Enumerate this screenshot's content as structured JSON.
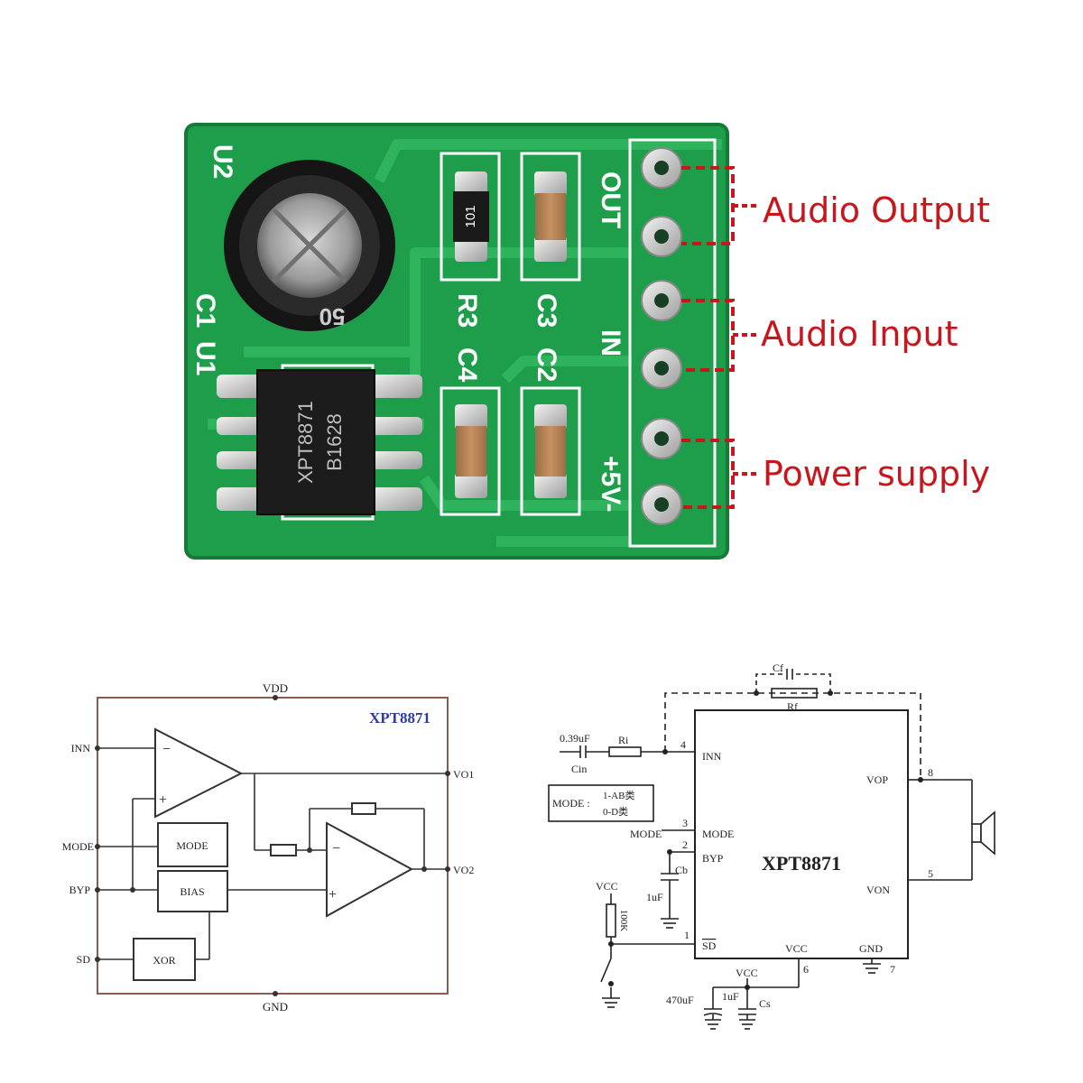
{
  "pcb": {
    "silkscreen": {
      "u2": "U2",
      "c1": "C1",
      "u1": "U1",
      "r3": "R3",
      "c3": "C3",
      "c4": "C4",
      "c2": "C2",
      "out": "OUT",
      "in": "IN",
      "power": "+5V-"
    },
    "chip_marking_1": "XPT8871",
    "chip_marking_2": "B1628",
    "resistor_code": "101",
    "cap_marking": "50",
    "colors": {
      "board": "#1e9e4a",
      "board_edge": "#167a39",
      "trace": "#2fb35d",
      "callout": "#c8161d"
    }
  },
  "callouts": [
    {
      "label": "Audio Output"
    },
    {
      "label": "Audio Input"
    },
    {
      "label": "Power supply"
    }
  ],
  "block_diagram": {
    "title": "XPT8871",
    "vdd": "VDD",
    "gnd": "GND",
    "inn": "INN",
    "mode_pin": "MODE",
    "byp": "BYP",
    "sd": "SD",
    "vo1": "VO1",
    "vo2": "VO2",
    "mode_block": "MODE",
    "bias_block": "BIAS",
    "xor_block": "XOR",
    "minus": "−",
    "plus": "+"
  },
  "app_circuit": {
    "chip": "XPT8871",
    "pin_inn": "INN",
    "pin_mode": "MODE",
    "pin_byp": "BYP",
    "pin_sd": "SD",
    "pin_vop": "VOP",
    "pin_von": "VON",
    "pin_vcc": "VCC",
    "pin_gnd": "GND",
    "num_4": "4",
    "num_3": "3",
    "num_2": "2",
    "num_1": "1",
    "num_8": "8",
    "num_5": "5",
    "num_6": "6",
    "num_7": "7",
    "cin_value": "0.39uF",
    "cin_label": "Cin",
    "ri_label": "Ri",
    "cf_label": "Cf",
    "rf_label": "Rf",
    "mode_box_label": "MODE :",
    "mode_box_ab": "1-AB类",
    "mode_box_d": "0-D类",
    "mode_ext": "MODE",
    "cb_label": "Cb",
    "cb_value": "1uF",
    "vcc_left": "VCC",
    "res_100k": "100K",
    "vcc_bottom": "VCC",
    "c470_label": "470uF",
    "c1u_label": "1uF",
    "cs_label": "Cs"
  }
}
